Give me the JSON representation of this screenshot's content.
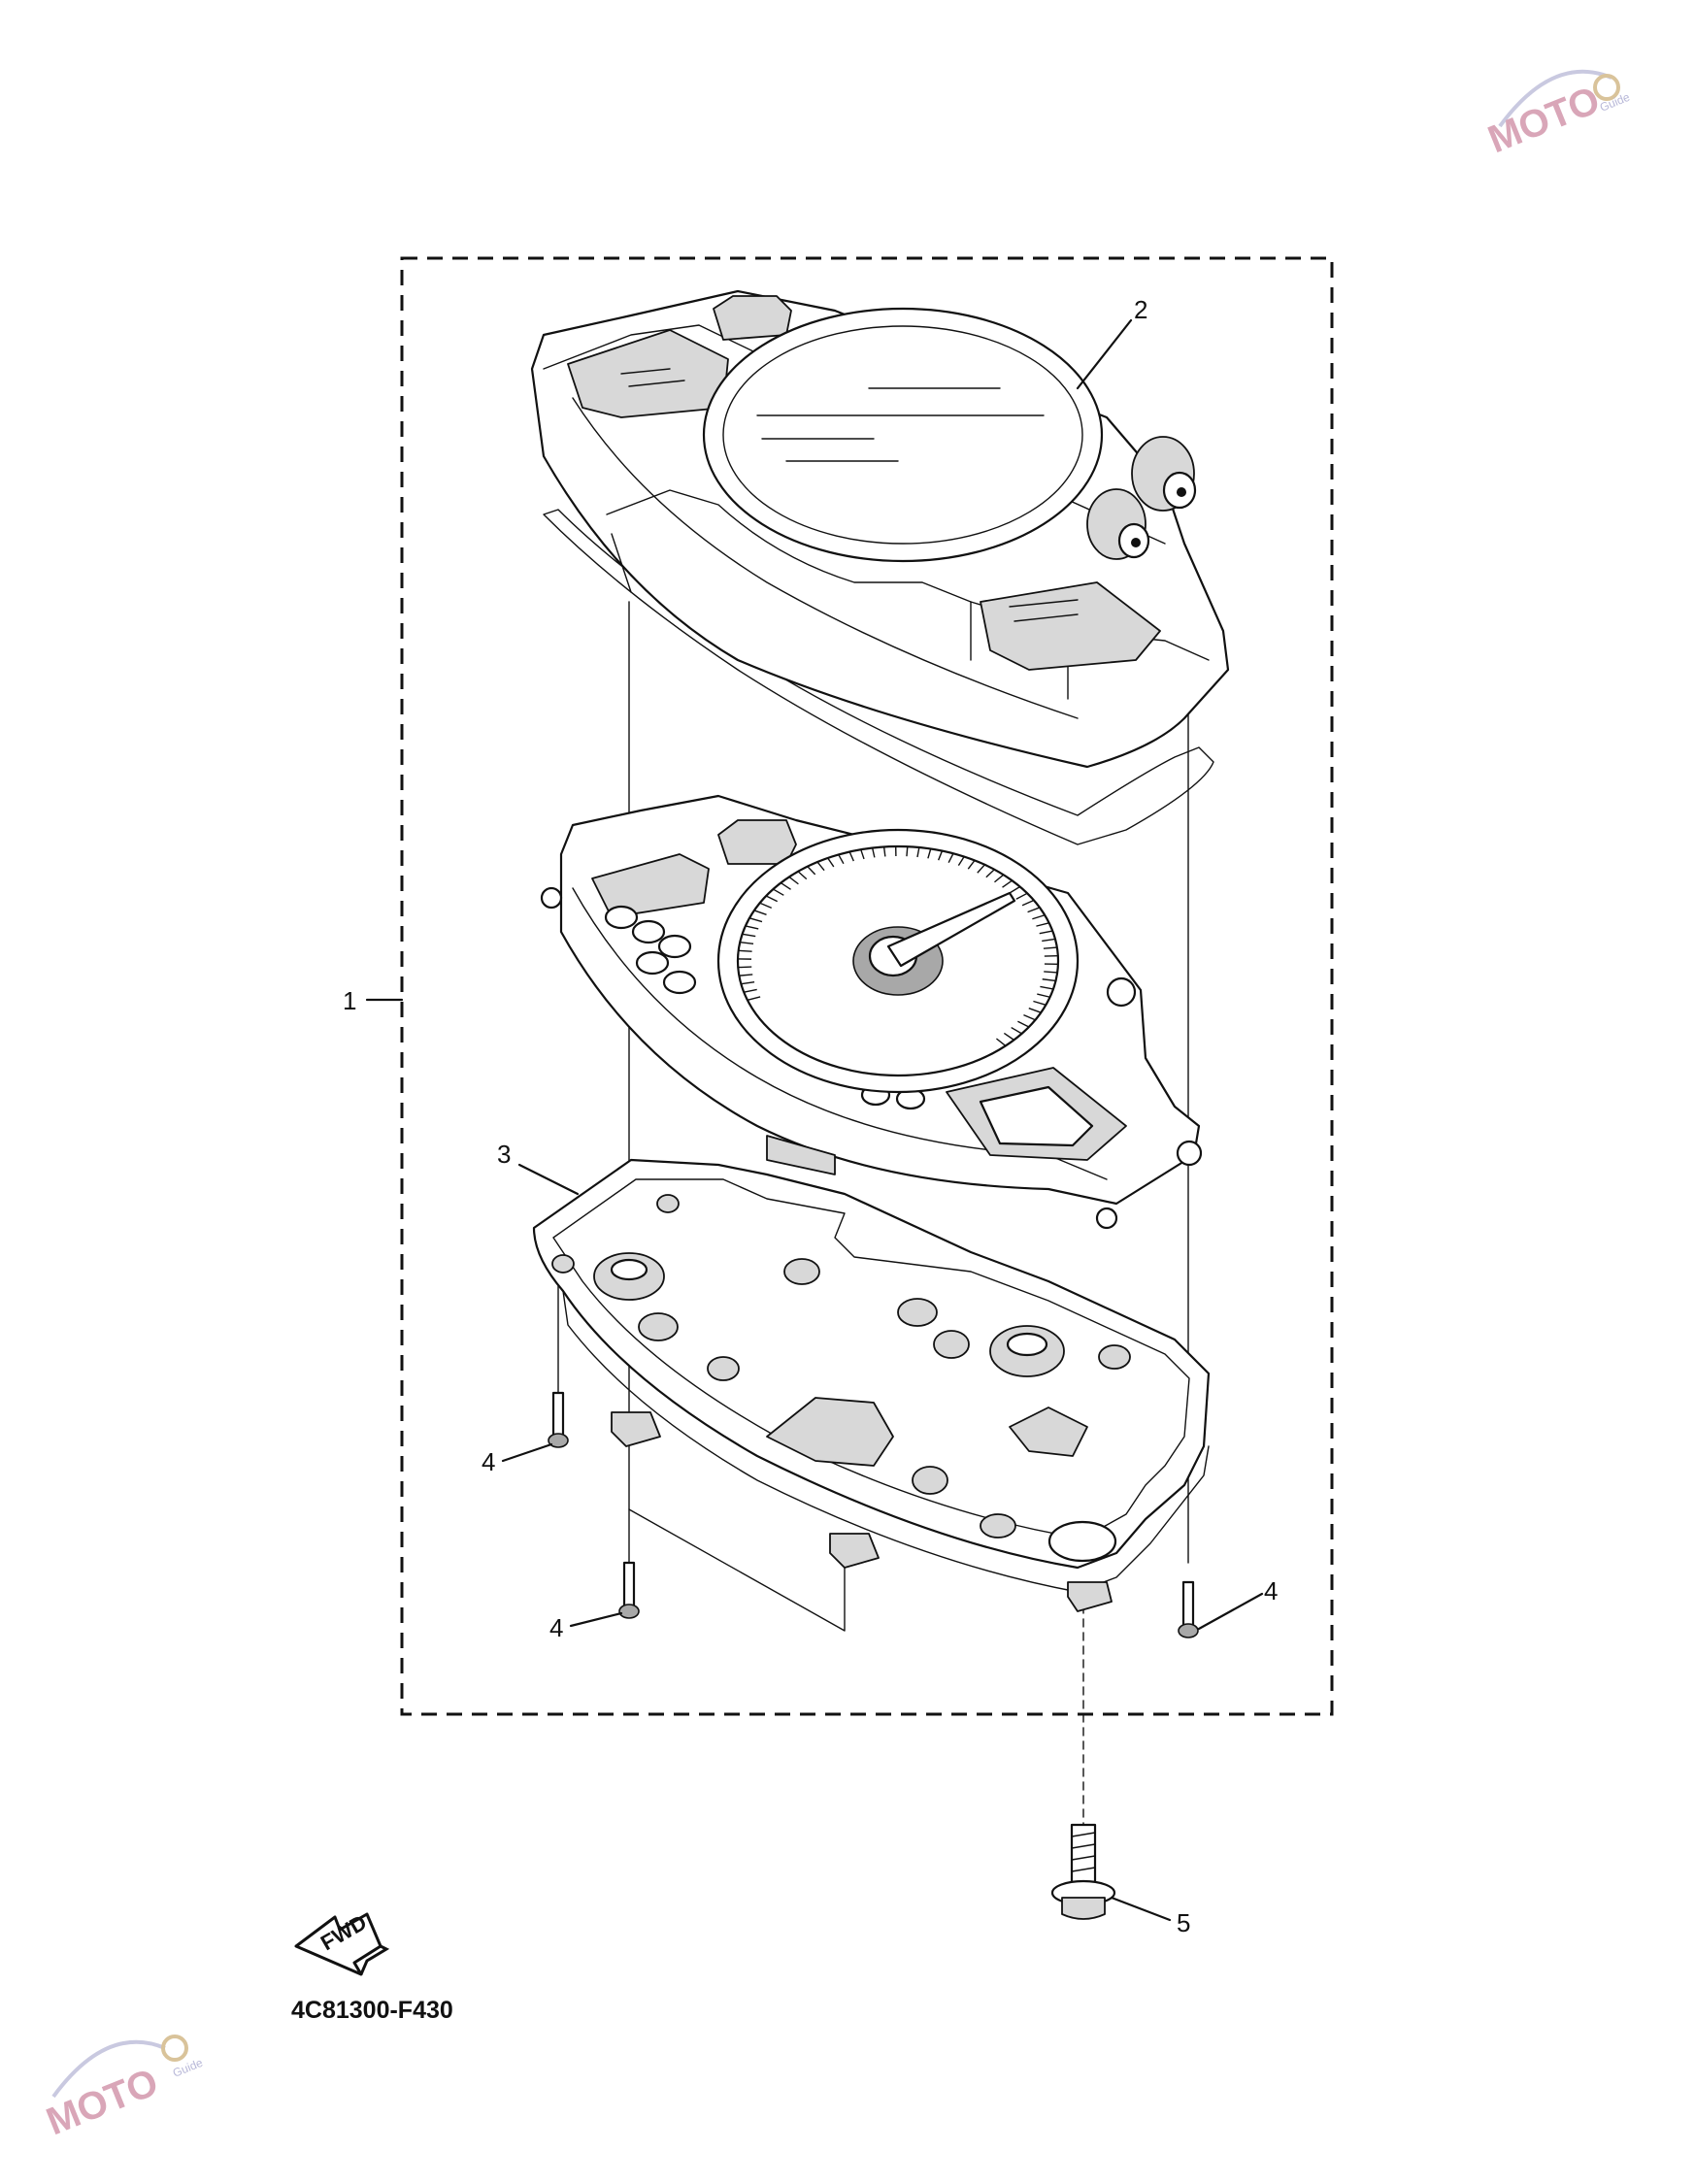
{
  "callouts": [
    {
      "id": "1",
      "text": "1"
    },
    {
      "id": "2",
      "text": "2"
    },
    {
      "id": "3",
      "text": "3"
    },
    {
      "id": "4a",
      "text": "4"
    },
    {
      "id": "4b",
      "text": "4"
    },
    {
      "id": "4c",
      "text": "4"
    },
    {
      "id": "5",
      "text": "5"
    }
  ],
  "diagram_code": "4C81300-F430",
  "fwd_label": "FWD",
  "watermark": {
    "brand": "MOTO",
    "sub": "Guide"
  },
  "colors": {
    "line": "#111111",
    "shade": "#d8d8d8",
    "dark_shade": "#a8a8a8",
    "watermark": "#d9a6b8"
  }
}
